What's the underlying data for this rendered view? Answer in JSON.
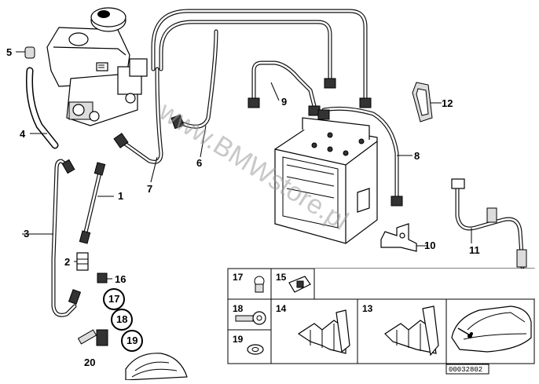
{
  "diagram": {
    "callouts": [
      {
        "id": "c1",
        "text": "1"
      },
      {
        "id": "c2",
        "text": "2"
      },
      {
        "id": "c3",
        "text": "3"
      },
      {
        "id": "c4",
        "text": "4"
      },
      {
        "id": "c5",
        "text": "5"
      },
      {
        "id": "c6",
        "text": "6"
      },
      {
        "id": "c7",
        "text": "7"
      },
      {
        "id": "c8",
        "text": "8"
      },
      {
        "id": "c9",
        "text": "9"
      },
      {
        "id": "c10",
        "text": "10"
      },
      {
        "id": "c11",
        "text": "11"
      },
      {
        "id": "c12",
        "text": "12"
      },
      {
        "id": "c16",
        "text": "16"
      },
      {
        "id": "c17",
        "text": "17"
      },
      {
        "id": "c18",
        "text": "18"
      },
      {
        "id": "c19",
        "text": "19"
      },
      {
        "id": "c20",
        "text": "20"
      }
    ],
    "inset_labels": {
      "b17": "17",
      "b15": "15",
      "b18": "18",
      "b14": "14",
      "b13": "13",
      "b19": "19"
    },
    "watermark": "www.BMWstore.pl",
    "reference_code": "00032802"
  }
}
